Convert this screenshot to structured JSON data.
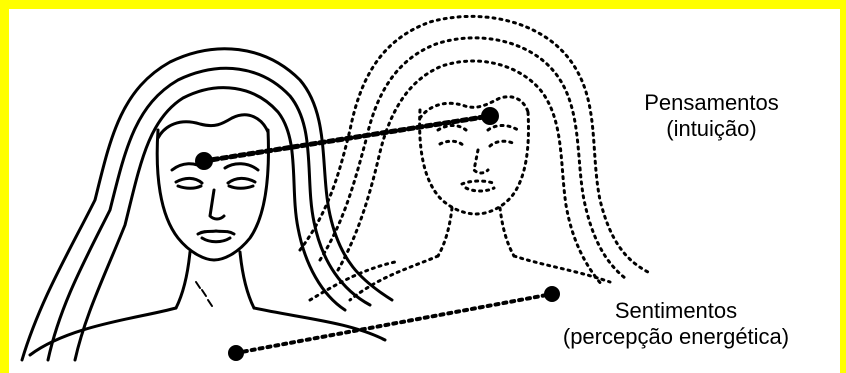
{
  "colors": {
    "frame": "#ffff00",
    "ink": "#000000",
    "background": "#ffffff"
  },
  "labels": {
    "thoughts": {
      "line1": "Pensamentos",
      "line2": "(intuição)"
    },
    "feelings": {
      "line1": "Sentimentos",
      "line2": "(percepção energética)"
    }
  }
}
